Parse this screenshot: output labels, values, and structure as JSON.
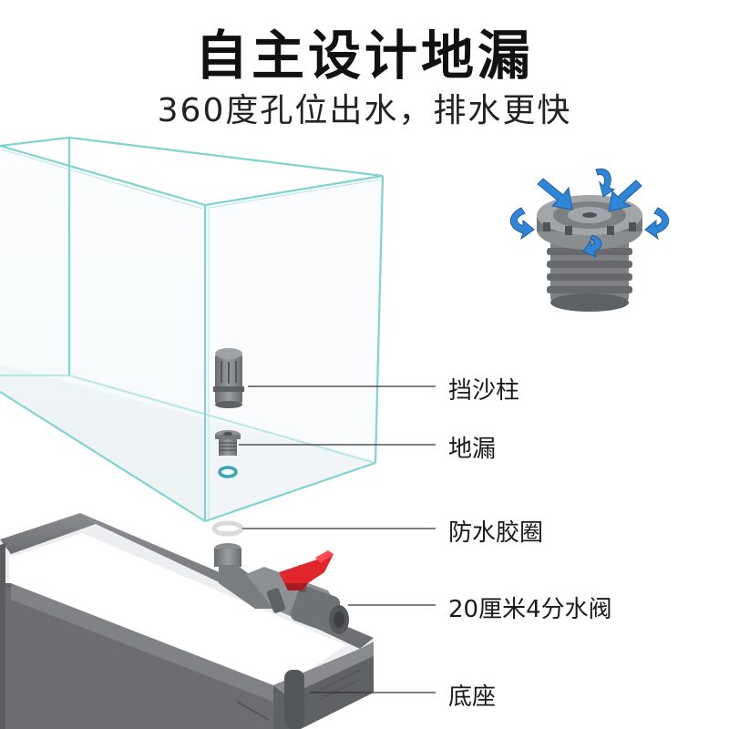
{
  "header": {
    "title": "自主设计地漏",
    "subtitle": "360度孔位出水，排水更快"
  },
  "labels": [
    {
      "key": "sand_column",
      "text": "挡沙柱"
    },
    {
      "key": "floor_drain",
      "text": "地漏"
    },
    {
      "key": "waterproof_gasket",
      "text": "防水胶圈"
    },
    {
      "key": "valve",
      "text": "20厘米4分水阀"
    },
    {
      "key": "base",
      "text": "底座"
    }
  ],
  "colors": {
    "glass_edge": "#7fd3d3",
    "part_gray": "#7a7d80",
    "valve_red": "#e0262b",
    "flow_arrow": "#2f86d8",
    "base_gray": "#6f7174"
  }
}
